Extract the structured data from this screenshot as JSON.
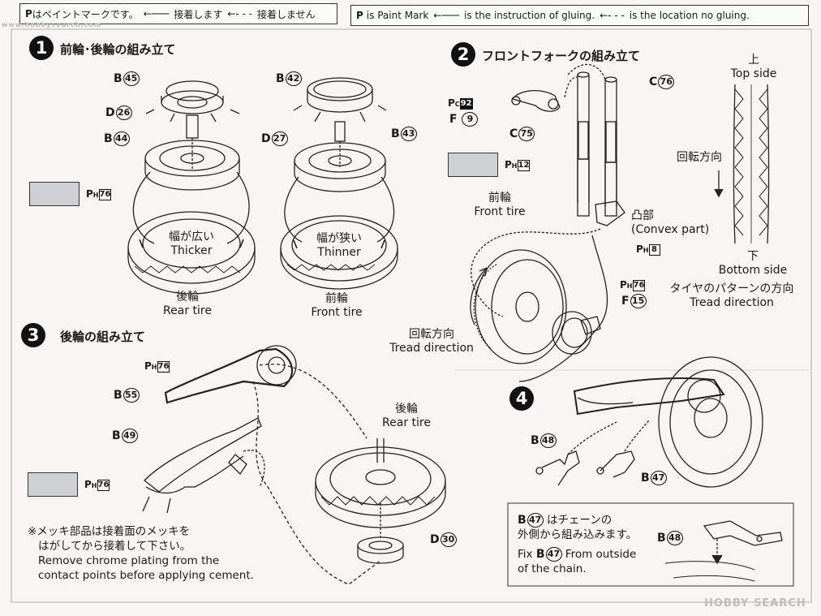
{
  "legend": {
    "jp": {
      "paint": "はペイントマークです。",
      "glue": "接着します",
      "noglue": "接着しません"
    },
    "en": {
      "paint": "is Paint Mark",
      "glue": "is the instruction of gluing.",
      "noglue": "is the location no gluing."
    }
  },
  "steps": [
    {
      "num": "1",
      "title": "前輪･後輪の組み立て"
    },
    {
      "num": "2",
      "title": "フロントフォークの組み立て"
    },
    {
      "num": "3",
      "title": "後輪の組み立て"
    },
    {
      "num": "4",
      "title": ""
    }
  ],
  "step1": {
    "rear": {
      "labels": [
        {
          "letter": "B",
          "num": "45"
        },
        {
          "letter": "D",
          "num": "26"
        },
        {
          "letter": "B",
          "num": "44"
        }
      ],
      "tire_jp": "幅が広い",
      "tire_en": "Thicker",
      "cap_jp": "後輪",
      "cap_en": "Rear tire"
    },
    "front": {
      "labels": [
        {
          "letter": "B",
          "num": "42"
        },
        {
          "letter": "D",
          "num": "27"
        },
        {
          "letter": "B",
          "num": "43"
        }
      ],
      "tire_jp": "幅が狭い",
      "tire_en": "Thinner",
      "cap_jp": "前輪",
      "cap_en": "Front tire"
    },
    "paint": {
      "mark": "P",
      "sub": "H",
      "code": "76"
    }
  },
  "step2": {
    "paint_pc": {
      "mark": "P",
      "sub": "C",
      "code": "92"
    },
    "f9": {
      "letter": "F",
      "num": "9"
    },
    "c75": {
      "letter": "C",
      "num": "75"
    },
    "c76": {
      "letter": "C",
      "num": "76"
    },
    "paint_h12": {
      "mark": "P",
      "sub": "H",
      "code": "12"
    },
    "front_tire": {
      "jp": "前輪",
      "en": "Front tire"
    },
    "convex": {
      "jp": "凸部",
      "en": "(Convex part)"
    },
    "paint_h8": {
      "mark": "P",
      "sub": "H",
      "code": "8"
    },
    "paint_h76": {
      "mark": "P",
      "sub": "H",
      "code": "76"
    },
    "f15": {
      "letter": "F",
      "num": "15"
    },
    "rotation": {
      "jp": "回転方向",
      "en": "Tread direction"
    },
    "tread": {
      "top_jp": "上",
      "top_en": "Top side",
      "rot_jp": "回転方向",
      "bottom_jp": "下",
      "bottom_en": "Bottom side",
      "pattern_jp": "タイヤのパターンの方向",
      "pattern_en": "Tread direction"
    }
  },
  "step3": {
    "paint_chain": {
      "mark": "P",
      "sub": "H",
      "code": "76"
    },
    "b55": {
      "letter": "B",
      "num": "55"
    },
    "b49": {
      "letter": "B",
      "num": "49"
    },
    "paint_arm": {
      "mark": "P",
      "sub": "H",
      "code": "76"
    },
    "rear_tire": {
      "jp": "後輪",
      "en": "Rear tire"
    },
    "d30": {
      "letter": "D",
      "num": "30"
    },
    "note": {
      "jp1": "※メッキ部品は接着面のメッキを",
      "jp2": "はがしてから接着して下さい。",
      "en1": "Remove chrome plating from the",
      "en2": "contact points before applying cement."
    }
  },
  "step4": {
    "b48": {
      "letter": "B",
      "num": "48"
    },
    "b47": {
      "letter": "B",
      "num": "47"
    },
    "inset": {
      "label": {
        "letter": "B",
        "num": "47"
      },
      "jp_after": "はチェーンの",
      "jp2": "外側から組み込みます。",
      "en_before": "Fix",
      "en_after": "From outside",
      "en2": "of the chain.",
      "b48": {
        "letter": "B",
        "num": "48"
      }
    }
  },
  "footer": {
    "site": "www.hobbysearch.com",
    "watermark": "HOBBY SEARCH"
  }
}
